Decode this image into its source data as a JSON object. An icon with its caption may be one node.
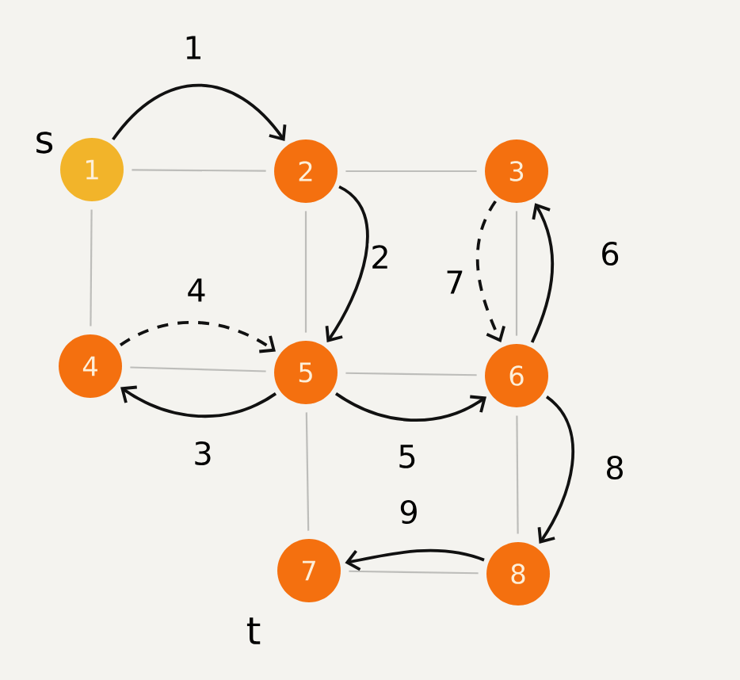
{
  "diagram": {
    "nodes": [
      {
        "text": [
          "1"
        ],
        "beside": [
          "s"
        ]
      },
      {
        "text": [
          "2"
        ]
      },
      {
        "text": [
          "3"
        ]
      },
      {
        "text": [
          "4"
        ]
      },
      {
        "text": [
          "5"
        ]
      },
      {
        "text": [
          "6"
        ]
      },
      {
        "text": [
          "7"
        ],
        "beside": [
          "t"
        ]
      },
      {
        "text": [
          "8"
        ]
      }
    ],
    "edges": [
      {
        "from": 0,
        "to": 1,
        "arrow": "to",
        "label": "1",
        "color": "#111111"
      },
      {
        "from": 1,
        "to": 4,
        "arrow": "to",
        "label": "2",
        "color": "#111111"
      },
      {
        "from": 4,
        "to": 3,
        "arrow": "to",
        "label": "3",
        "color": "#111111"
      },
      {
        "from": 3,
        "to": 4,
        "arrow": "to",
        "label": "4",
        "style": "dashed",
        "color": "#111111"
      },
      {
        "from": 4,
        "to": 5,
        "arrow": "to",
        "label": "5",
        "color": "#111111"
      },
      {
        "from": 5,
        "to": 2,
        "arrow": "to",
        "label": "6",
        "color": "#111111"
      },
      {
        "from": 2,
        "to": 5,
        "arrow": "to",
        "label": "7",
        "style": "dashed",
        "color": "#111111"
      },
      {
        "from": 5,
        "to": 7,
        "arrow": "to",
        "label": "8",
        "color": "#111111"
      },
      {
        "from": 7,
        "to": 6,
        "arrow": "to",
        "label": "9",
        "color": "#111111"
      },
      {
        "from": 0,
        "to": 1,
        "arrow": "none"
      },
      {
        "from": 1,
        "to": 2,
        "arrow": "none"
      },
      {
        "from": 0,
        "to": 3,
        "arrow": "none"
      },
      {
        "from": 1,
        "to": 4,
        "arrow": "none"
      },
      {
        "from": 2,
        "to": 5,
        "arrow": "none"
      },
      {
        "from": 3,
        "to": 4,
        "arrow": "none"
      },
      {
        "from": 4,
        "to": 5,
        "arrow": "none"
      },
      {
        "from": 4,
        "to": 6,
        "arrow": "none"
      },
      {
        "from": 5,
        "to": 7,
        "arrow": "none"
      },
      {
        "from": 6,
        "to": 7,
        "arrow": "none"
      }
    ]
  }
}
